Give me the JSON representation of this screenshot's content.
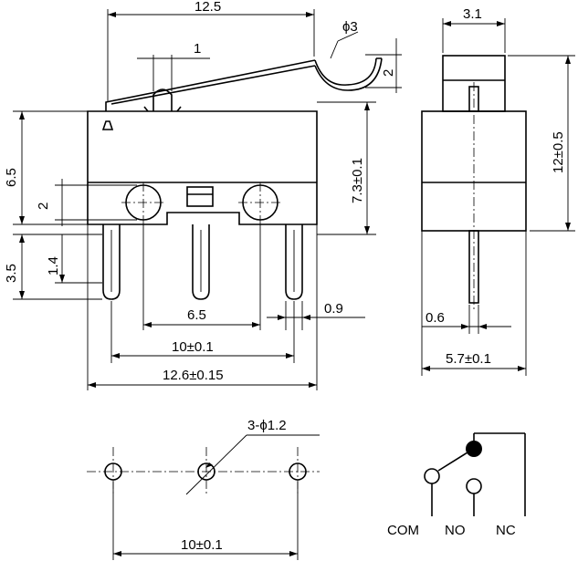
{
  "dimensions": {
    "total_length": "12.5",
    "lever_offset": "1",
    "roller_diameter": "ϕ3",
    "roller_height": "2",
    "body_height_left": "6.5",
    "hole_offset": "2",
    "body_to_pin": "7.3±0.1",
    "pin_length": "3.5",
    "pin_tip": "1.4",
    "pin_spacing": "6.5",
    "pin_width": "0.9",
    "outer_pin_spacing": "10±0.1",
    "body_length": "12.6±0.15",
    "side_width": "3.1",
    "side_height": "12±0.5",
    "pin_thickness": "0.6",
    "side_body_width": "5.7±0.1",
    "hole_callout": "3-ϕ1.2",
    "pcb_pin_spacing": "10±0.1"
  },
  "terminals": {
    "com": "COM",
    "no": "NO",
    "nc": "NC"
  }
}
